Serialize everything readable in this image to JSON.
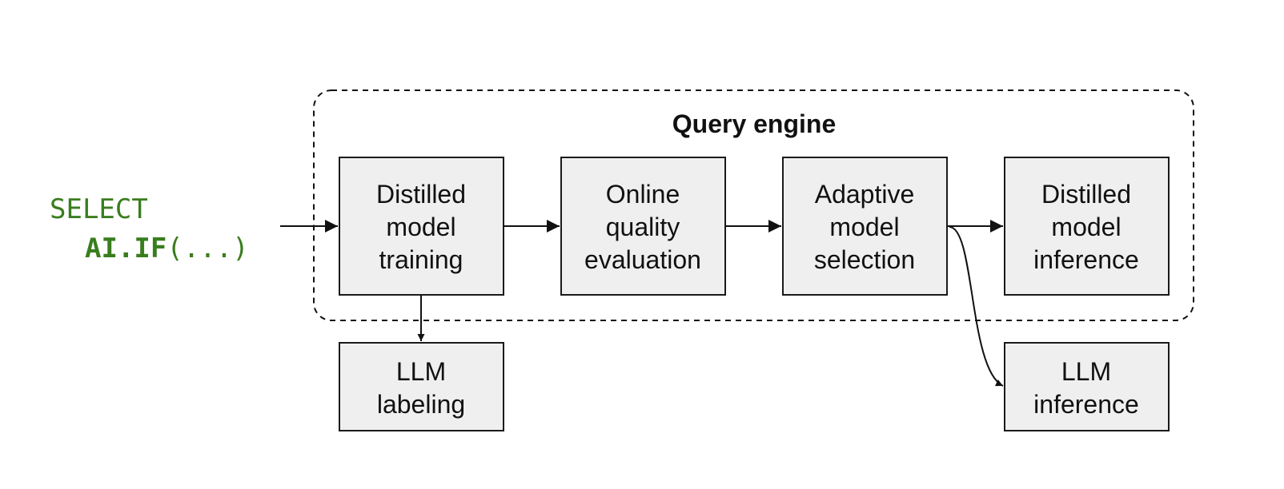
{
  "query": {
    "line1": "SELECT",
    "line2_bold": "AI.IF",
    "line2_rest": "(...)"
  },
  "engine": {
    "title": "Query engine"
  },
  "nodes": {
    "distilled_training": [
      "Distilled",
      "model",
      "training"
    ],
    "online_eval": [
      "Online",
      "quality",
      "evaluation"
    ],
    "adaptive_selection": [
      "Adaptive",
      "model",
      "selection"
    ],
    "distilled_inference": [
      "Distilled",
      "model",
      "inference"
    ],
    "llm_labeling": [
      "LLM",
      "labeling"
    ],
    "llm_inference": [
      "LLM",
      "inference"
    ]
  },
  "colors": {
    "code": "#3a7d1e",
    "box_fill": "#efefef",
    "stroke": "#111111"
  }
}
